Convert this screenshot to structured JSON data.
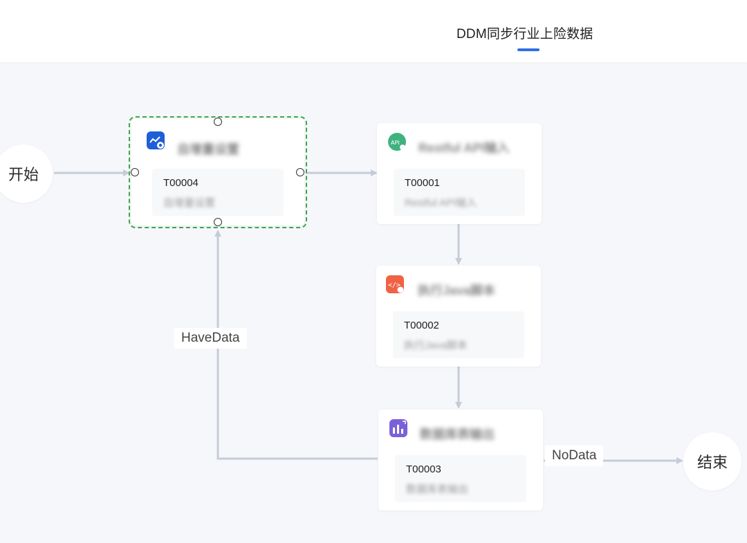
{
  "header": {
    "tab_label": "DDM同步行业上险数据"
  },
  "flow": {
    "start": {
      "label": "开始"
    },
    "end": {
      "label": "结束"
    },
    "nodes": [
      {
        "id": "T00004",
        "title": "自增量设置",
        "subtitle": "自增量设置",
        "icon": "chart-gear-icon",
        "color": "#1f5fd6",
        "selected": true
      },
      {
        "id": "T00001",
        "title": "Restful API输入",
        "subtitle": "Restful API输入",
        "icon": "api-icon",
        "color": "#3fb27f",
        "selected": false
      },
      {
        "id": "T00002",
        "title": "执行Java脚本",
        "subtitle": "执行Java脚本",
        "icon": "code-icon",
        "color": "#f06243",
        "selected": false
      },
      {
        "id": "T00003",
        "title": "数据库表输出",
        "subtitle": "数据库表输出",
        "icon": "bar-chart-icon",
        "color": "#7b61d8",
        "selected": false
      }
    ],
    "edge_labels": {
      "have_data": "HaveData",
      "no_data": "NoData"
    },
    "colors": {
      "edge": "#c5ccd9",
      "selection": "#3aa84a",
      "accent": "#2f6fe4"
    }
  }
}
